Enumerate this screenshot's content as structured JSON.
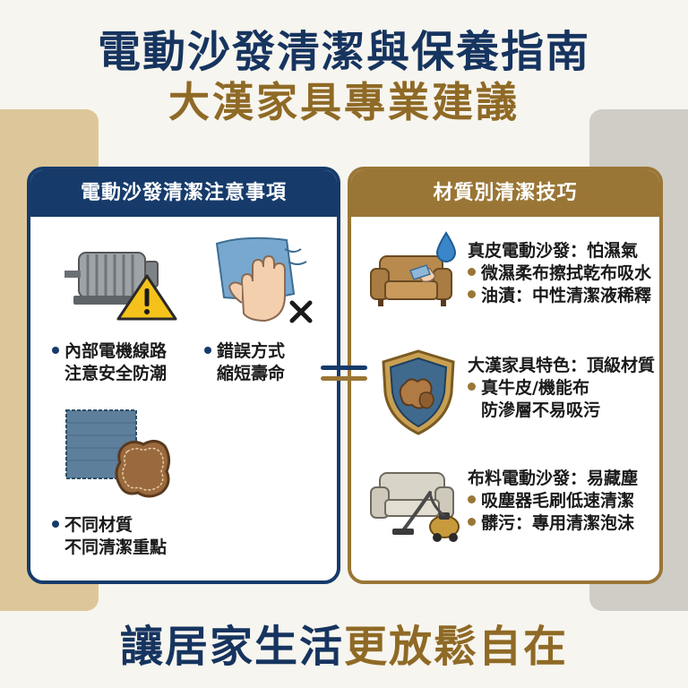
{
  "title_main": "電動沙發清潔與保養指南",
  "title_sub": "大漢家具專業建議",
  "left_panel": {
    "header": "電動沙發清潔注意事項",
    "tips": [
      {
        "icon": "motor-warning-icon",
        "line1": "內部電機線路",
        "line2": "注意安全防潮"
      },
      {
        "icon": "hand-cloth-x-icon",
        "line1": "錯誤方式",
        "line2": "縮短壽命"
      },
      {
        "icon": "fabric-leather-swatch-icon",
        "line1": "不同材質",
        "line2": "不同清潔重點"
      }
    ]
  },
  "right_panel": {
    "header": "材質別清潔技巧",
    "sections": [
      {
        "icon": "leather-sofa-water-drop-icon",
        "title": "真皮電動沙發：怕濕氣",
        "bullets": [
          "微濕柔布擦拭乾布吸水",
          "油漬：中性清潔液稀釋"
        ]
      },
      {
        "icon": "shield-leather-icon",
        "title": "大漢家具特色：頂級材質",
        "bullets": [
          "真牛皮/機能布"
        ],
        "cont": "防滲層不易吸污"
      },
      {
        "icon": "fabric-sofa-vacuum-icon",
        "title": "布料電動沙發：易藏塵",
        "bullets": [
          "吸塵器毛刷低速清潔",
          "髒污：專用清潔泡沫"
        ]
      }
    ]
  },
  "footer": {
    "part1": "讓居家生活",
    "part2": "更放鬆自在"
  },
  "colors": {
    "navy": "#163b6b",
    "gold": "#9a7636",
    "bg": "#f7f5ef"
  }
}
